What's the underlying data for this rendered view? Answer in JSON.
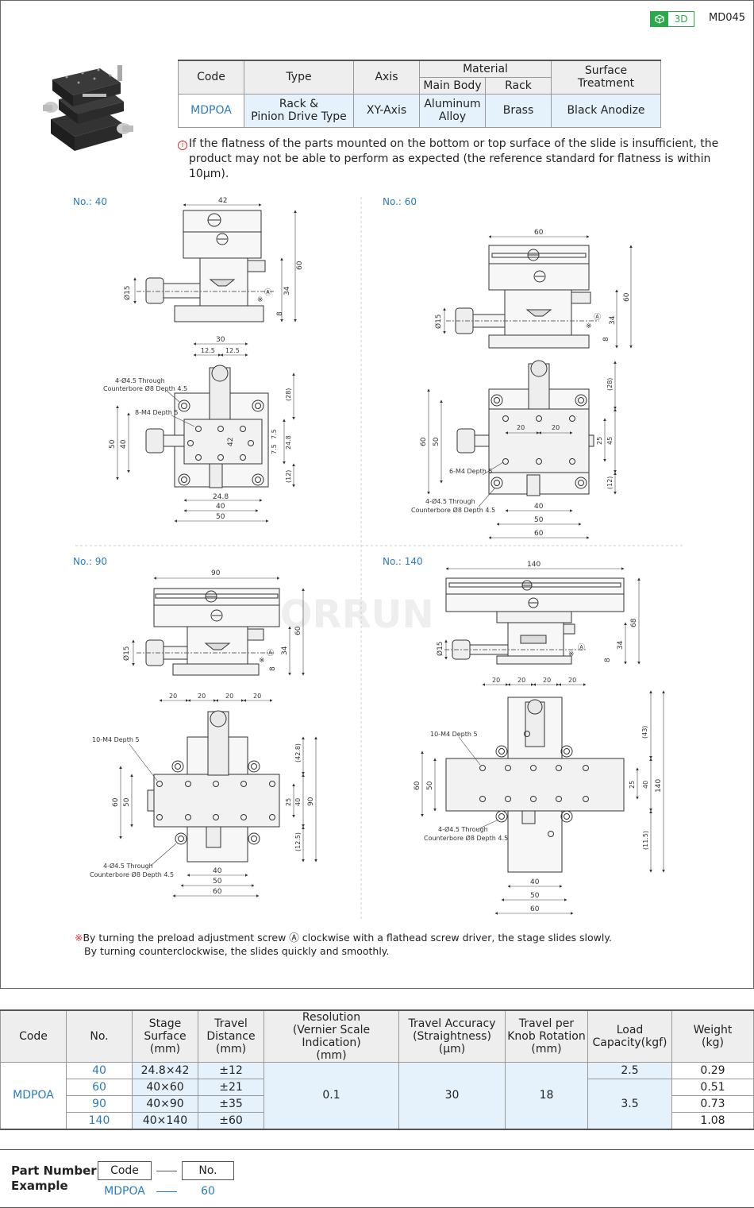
{
  "header": {
    "badge_label": "3D",
    "doc_code": "MD045"
  },
  "spec_table": {
    "headers": {
      "code": "Code",
      "type": "Type",
      "axis": "Axis",
      "material": "Material",
      "main_body": "Main Body",
      "rack": "Rack",
      "surface": "Surface Treatment"
    },
    "row": {
      "code": "MDPOA",
      "type_l1": "Rack &",
      "type_l2": "Pinion Drive Type",
      "axis": "XY-Axis",
      "main_body_l1": "Aluminum",
      "main_body_l2": "Alloy",
      "rack": "Brass",
      "surface": "Black Anodize"
    }
  },
  "note": {
    "line1": "If the flatness of the parts mounted on the bottom or top surface of the slide is insufficient, the",
    "line2": "product may not be able to perform as expected (the reference standard for flatness is within 10μm)."
  },
  "drawings": {
    "no40": {
      "label": "No.: 40",
      "d42": "42",
      "d60": "60",
      "d34": "34",
      "d8": "8",
      "d15": "Ø15",
      "a": "Ⓐ",
      "d30": "30",
      "d125a": "12.5",
      "d125b": "12.5",
      "through": "4-Ø4.5 Through",
      "counter": "Counterbore Ø8 Depth 4.5",
      "m4": "8-M4 Depth 5",
      "d50": "50",
      "d40v": "40",
      "d42v": "42",
      "d75a": "7.5",
      "d75b": "7.5",
      "d248v": "24.8",
      "d28": "(28)",
      "d12": "(12)",
      "d248": "24.8",
      "d40": "40",
      "d50h": "50"
    },
    "no60": {
      "label": "No.: 60",
      "d60": "60",
      "d60v": "60",
      "d34": "34",
      "d8": "8",
      "d15": "Ø15",
      "a": "Ⓐ",
      "d20a": "20",
      "d20b": "20",
      "d28": "(28)",
      "d25": "25",
      "d45": "45",
      "d12": "(12)",
      "d60l": "60",
      "d50l": "50",
      "m4": "6-M4 Depth 5",
      "through": "4-Ø4.5 Through",
      "counter": "Counterbore Ø8 Depth 4.5",
      "d40": "40",
      "d50": "50",
      "d60h": "60"
    },
    "no90": {
      "label": "No.: 90",
      "d90": "90",
      "d60": "60",
      "d34": "34",
      "d8": "8",
      "d15": "Ø15",
      "a": "Ⓐ",
      "d20a": "20",
      "d20b": "20",
      "d20c": "20",
      "d20d": "20",
      "m4": "10-M4 Depth 5",
      "d428": "(42.8)",
      "d60l": "60",
      "d50l": "50",
      "d25": "25",
      "d40": "40",
      "d90v": "90",
      "d125": "(12.5)",
      "through": "4-Ø4.5 Through",
      "counter": "Counterbore Ø8 Depth 4.5",
      "d40h": "40",
      "d50h": "50",
      "d60h": "60"
    },
    "no140": {
      "label": "No.: 140",
      "d140": "140",
      "d68": "68",
      "d34": "34",
      "d8": "8",
      "d15": "Ø15",
      "a": "Ⓐ",
      "d20a": "20",
      "d20b": "20",
      "d20c": "20",
      "d20d": "20",
      "m4": "10-M4 Depth 5",
      "d43": "(43)",
      "d60l": "60",
      "d50l": "50",
      "d25": "25",
      "d40": "40",
      "d140v": "140",
      "d115": "(11.5)",
      "through": "4-Ø4.5 Through",
      "counter": "Counterbore Ø8 Depth 4.5",
      "d40h": "40",
      "d50h": "50",
      "d60h": "60"
    },
    "watermark": "FORRUN"
  },
  "footnote": {
    "mark": "※",
    "line1": "By turning the preload adjustment screw Ⓐ clockwise with a flathead screw driver, the stage slides slowly.",
    "line2": "By turning counterclockwise, the slides quickly and smoothly."
  },
  "dims_table": {
    "headers": {
      "code": "Code",
      "no": "No.",
      "stage_l1": "Stage",
      "stage_l2": "Surface",
      "stage_l3": "(mm)",
      "travel_l1": "Travel",
      "travel_l2": "Distance",
      "travel_l3": "(mm)",
      "res_l1": "Resolution",
      "res_l2": "(Vernier Scale Indication)",
      "res_l3": "(mm)",
      "acc_l1": "Travel Accuracy",
      "acc_l2": "(Straightness) (μm)",
      "knob_l1": "Travel per",
      "knob_l2": "Knob Rotation",
      "knob_l3": "(mm)",
      "load_l1": "Load",
      "load_l2": "Capacity(kgf)",
      "weight_l1": "Weight",
      "weight_l2": "(kg)"
    },
    "code": "MDPOA",
    "resolution": "0.1",
    "accuracy": "30",
    "travel_per_rot": "18",
    "rows": [
      {
        "no": "40",
        "stage": "24.8×42",
        "travel": "±12",
        "load": "2.5",
        "weight": "0.29"
      },
      {
        "no": "60",
        "stage": "40×60",
        "travel": "±21",
        "load": "",
        "weight": "0.51"
      },
      {
        "no": "90",
        "stage": "40×90",
        "travel": "±35",
        "load": "3.5",
        "weight": "0.73"
      },
      {
        "no": "140",
        "stage": "40×140",
        "travel": "±60",
        "load": "",
        "weight": "1.08"
      }
    ]
  },
  "part_number": {
    "title_l1": "Part Number",
    "title_l2": "Example",
    "code_label": "Code",
    "no_label": "No.",
    "code_value": "MDPOA",
    "no_value": "60"
  }
}
